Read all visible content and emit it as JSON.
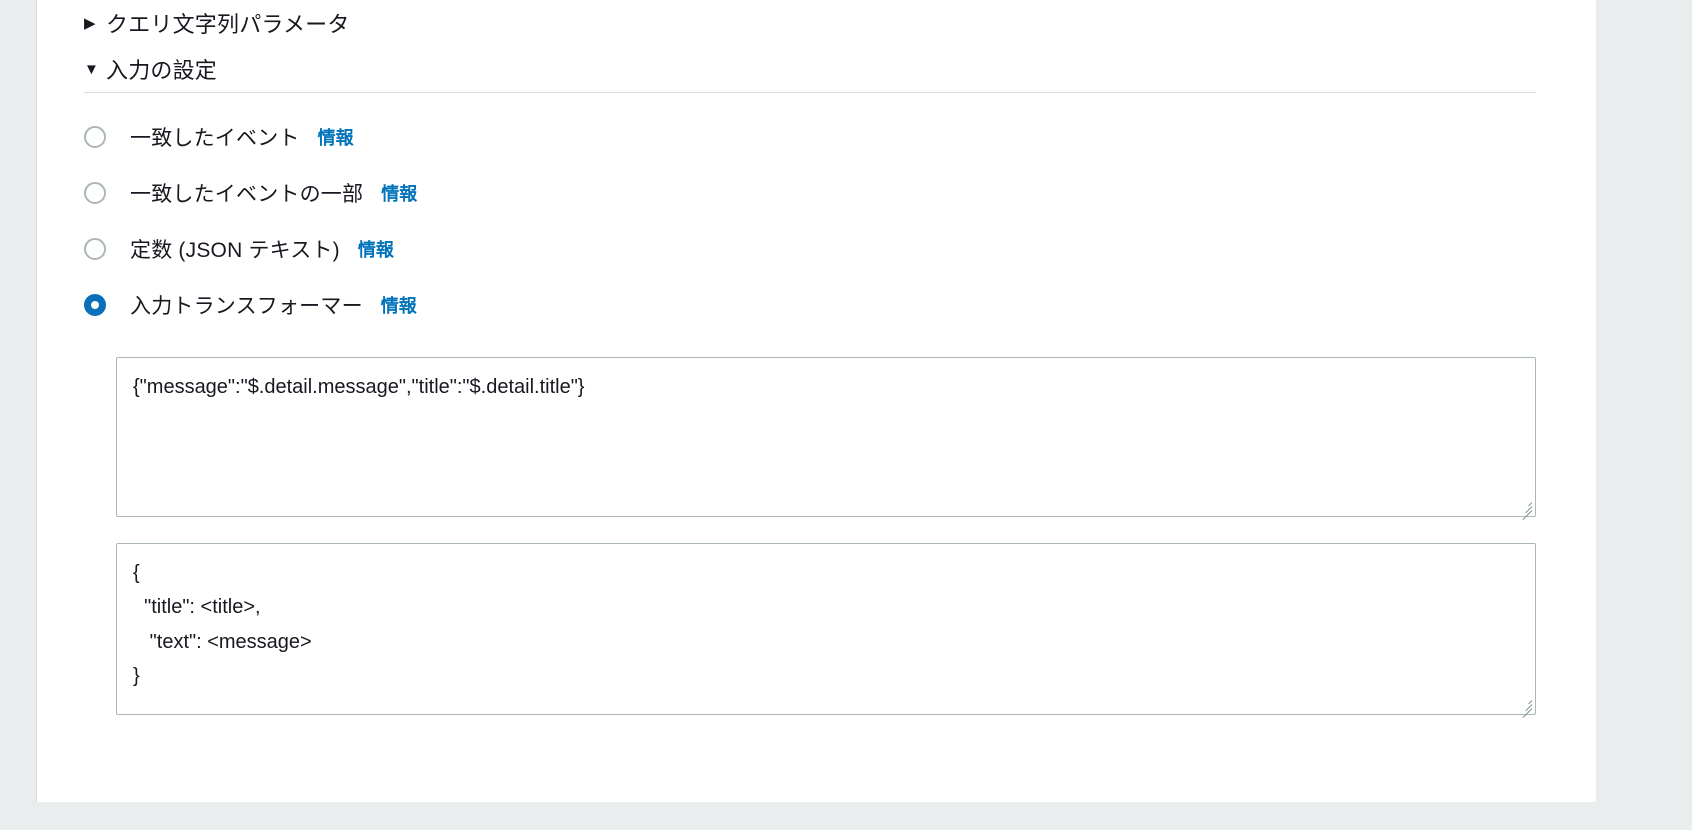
{
  "sections": [
    {
      "id": "query-string-params",
      "label": "クエリ文字列パラメータ",
      "twisty": "▶",
      "expanded": false
    },
    {
      "id": "input-settings",
      "label": "入力の設定",
      "twisty": "▼",
      "expanded": true
    }
  ],
  "input_settings": {
    "info_label": "情報",
    "options": [
      {
        "id": "matched-event",
        "label": "一致したイベント",
        "selected": false
      },
      {
        "id": "part-of-matched-event",
        "label": "一致したイベントの一部",
        "selected": false
      },
      {
        "id": "constant-json-text",
        "label": "定数 (JSON テキスト)",
        "selected": false
      },
      {
        "id": "input-transformer",
        "label": "入力トランスフォーマー",
        "selected": true
      }
    ],
    "input_path_textarea": {
      "value": "{\"message\":\"$.detail.message\",\"title\":\"$.detail.title\"}",
      "placeholder": ""
    },
    "input_template_textarea": {
      "value": "{\n  \"title\": <title>,\n   \"text\": <message>\n}",
      "placeholder": ""
    }
  },
  "colors": {
    "link": "#0073bb",
    "accent": "#0a70b9",
    "text": "#16191f",
    "border": "#aab7b8",
    "page_bg": "#eaeded"
  }
}
